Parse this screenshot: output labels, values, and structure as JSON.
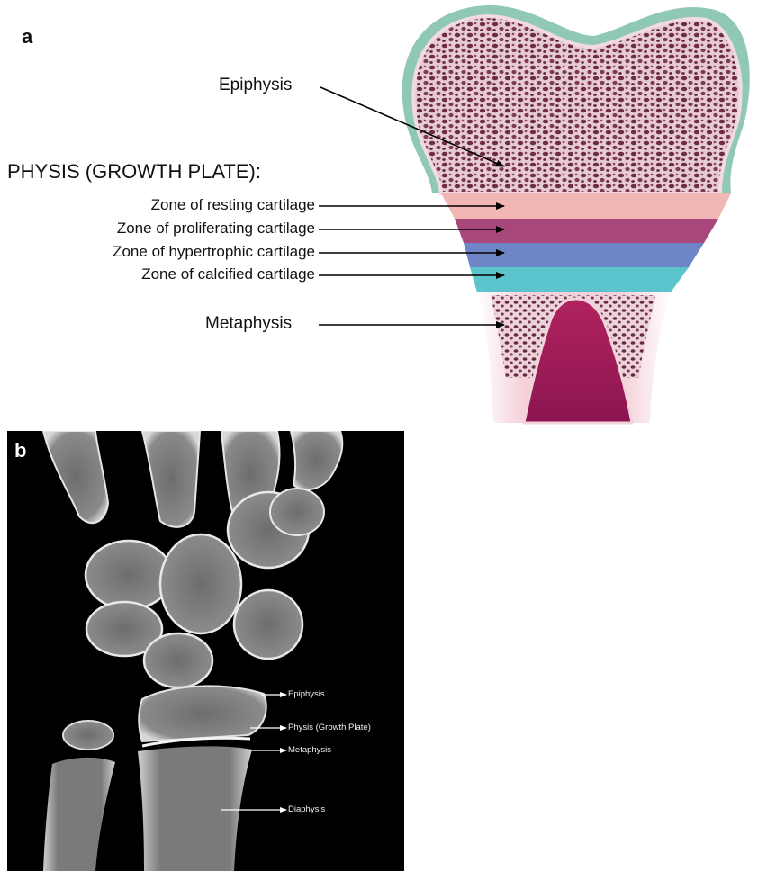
{
  "panel_a": {
    "label": "a",
    "epiphysis_label": "Epiphysis",
    "physis_heading": "PHYSIS (GROWTH PLATE):",
    "zones": [
      {
        "label": "Zone of resting cartilage",
        "color": "#f2b6b4"
      },
      {
        "label": "Zone of proliferating cartilage",
        "color": "#a8477c"
      },
      {
        "label": "Zone of hypertrophic cartilage",
        "color": "#6e86c8"
      },
      {
        "label": "Zone of calcified cartilage",
        "color": "#5cc4cc"
      }
    ],
    "metaphysis_label": "Metaphysis",
    "colors": {
      "articular_cartilage": "#8fc9b4",
      "cancellous_bone": "#7d3a52",
      "bone_trabecula": "#e3c7cf",
      "cortex": "#f4d2d8",
      "marrow": "#a01a5a"
    }
  },
  "panel_b": {
    "label": "b",
    "labels": {
      "epiphysis": "Epiphysis",
      "physis": "Physis (Growth Plate)",
      "metaphysis": "Metaphysis",
      "diaphysis": "Diaphysis"
    }
  }
}
